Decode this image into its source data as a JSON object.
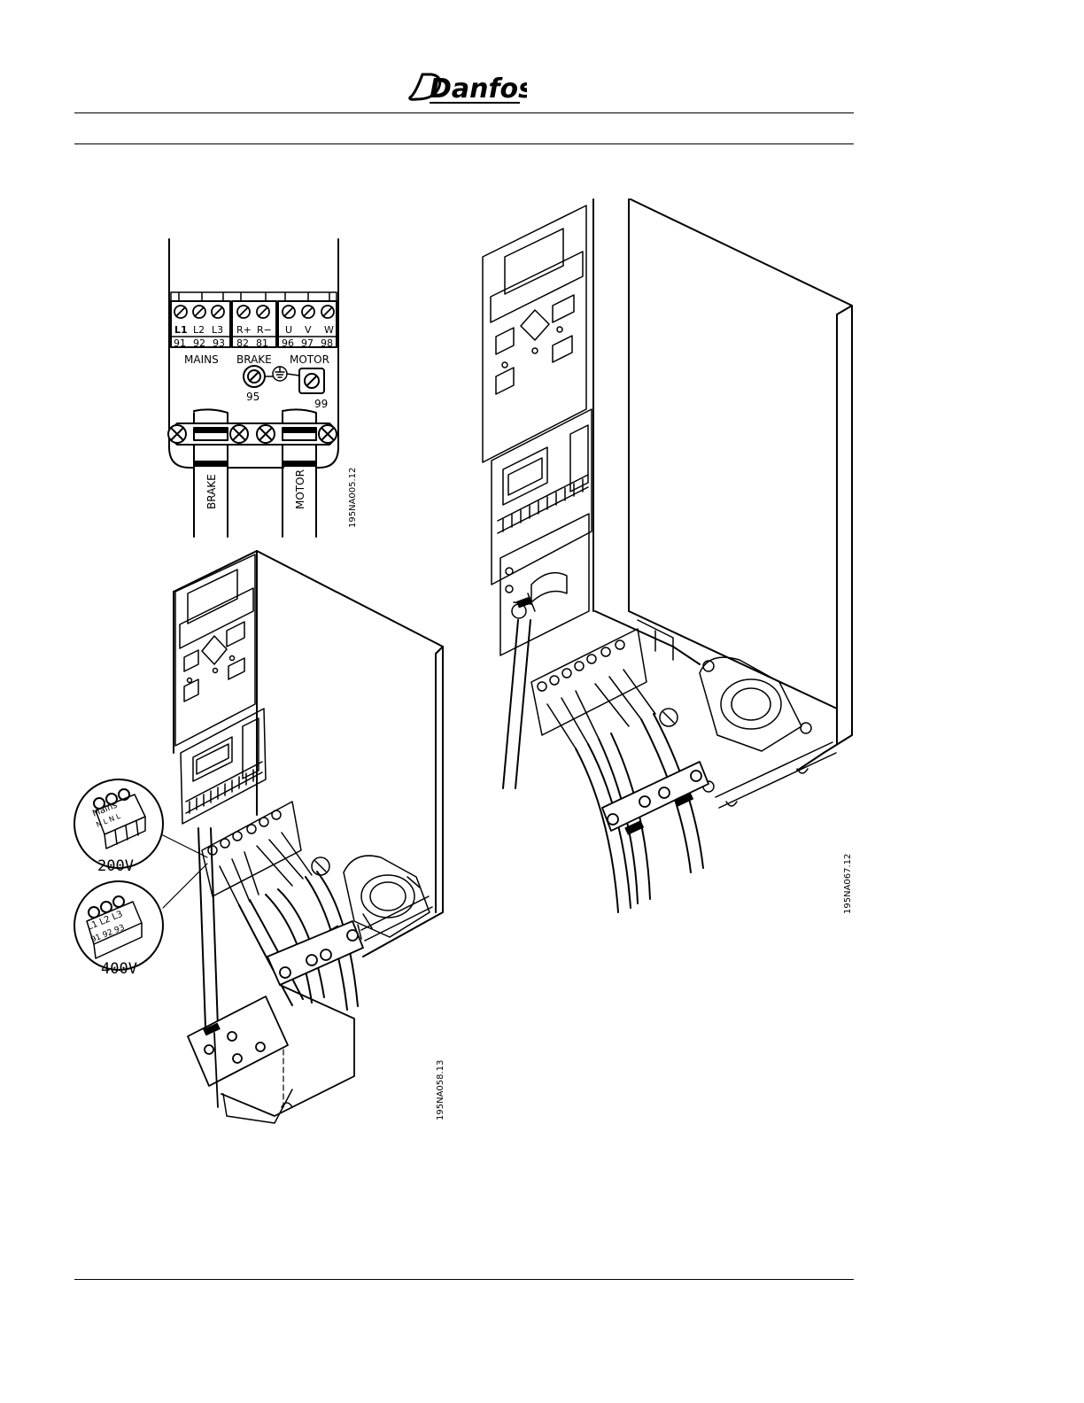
{
  "header": {
    "logo_text": "Danfoss",
    "colors": {
      "ink": "#000000",
      "paper": "#ffffff"
    }
  },
  "terminal_diagram": {
    "top_labels": [
      "L1",
      "L2",
      "L3",
      "R+",
      "R−",
      "U",
      "V",
      "W"
    ],
    "numbers": [
      "91",
      "92",
      "93",
      "82",
      "81",
      "96",
      "97",
      "98"
    ],
    "group_mains": "MAINS",
    "group_brake": "BRAKE",
    "group_motor": "MOTOR",
    "earth_brake_no": "95",
    "earth_motor_no": "99",
    "cable_brake": "BRAKE",
    "cable_motor": "MOTOR",
    "figure_id": "195NA005.12"
  },
  "left_drive": {
    "inset_200v": {
      "label": "200V",
      "connector_text": "Mains",
      "connector_sub": "N L N L"
    },
    "inset_400v": {
      "label": "400V",
      "connector_labels": "L1 L2 L3",
      "connector_numbers": "91 92 93"
    },
    "figure_id": "195NA058.13"
  },
  "right_drive": {
    "figure_id": "195NA067.12"
  }
}
